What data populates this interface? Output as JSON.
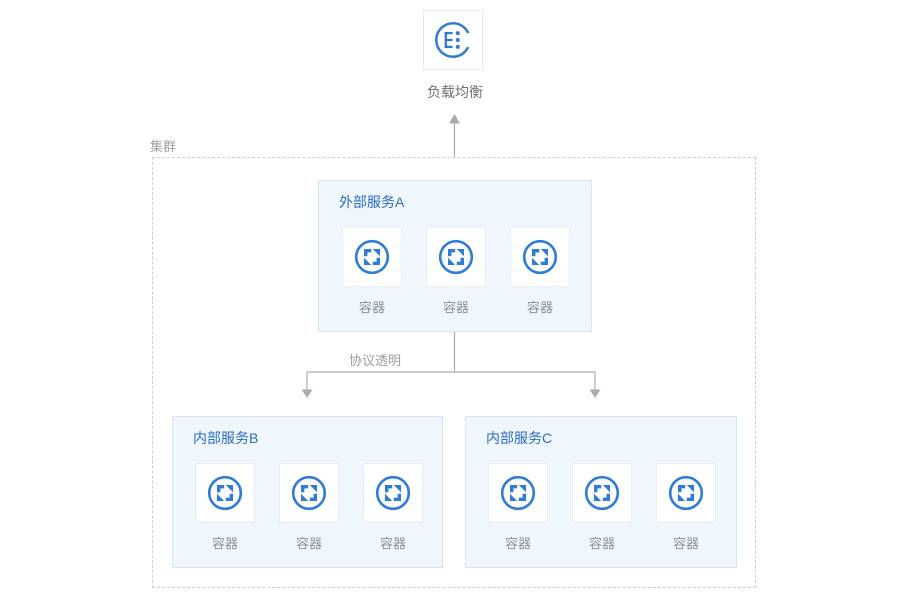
{
  "cluster": {
    "label": "集群"
  },
  "load_balancer": {
    "label": "负载均衡",
    "icon": "load-balancer-icon"
  },
  "connector": {
    "protocol_label": "协议透明"
  },
  "services": {
    "a": {
      "title": "外部服务A",
      "containers": [
        "容器",
        "容器",
        "容器"
      ]
    },
    "b": {
      "title": "内部服务B",
      "containers": [
        "容器",
        "容器",
        "容器"
      ]
    },
    "c": {
      "title": "内部服务C",
      "containers": [
        "容器",
        "容器",
        "容器"
      ]
    }
  },
  "icons": {
    "load_balancer": "load-balancer-icon",
    "container": "container-icon"
  },
  "colors": {
    "accent_blue": "#2e7bd8",
    "title_blue": "#2b6cc6",
    "panel_fill": "#eff6fd",
    "panel_border": "#d5e5f7",
    "card_border": "#e9edf1",
    "line_gray": "#a7acb2",
    "container_text_gray": "#8b9198",
    "cluster_text_gray": "#9ba1a8",
    "lb_text_gray": "#6b7177",
    "dashed_border": "#c9ccd1"
  }
}
